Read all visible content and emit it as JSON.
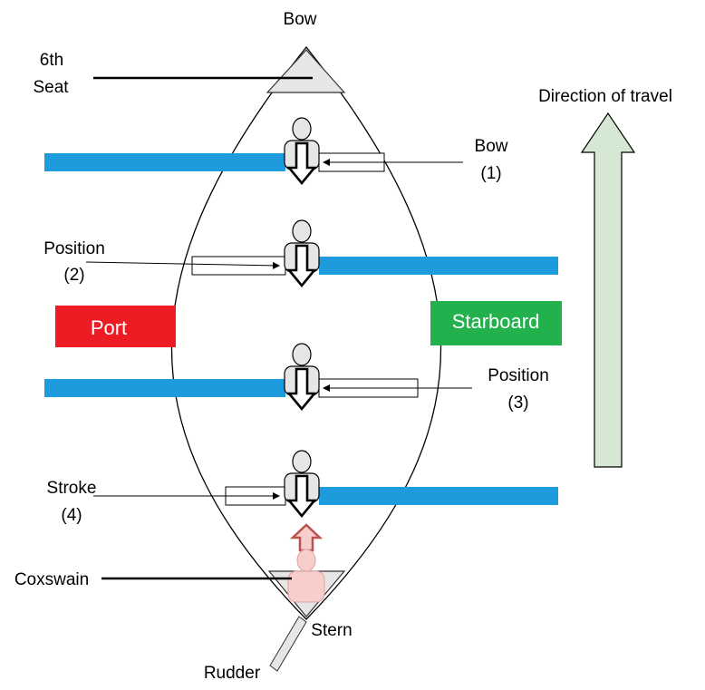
{
  "labels": {
    "bow_top": "Bow",
    "sixth_seat": [
      "6th",
      "Seat"
    ],
    "direction": "Direction of travel",
    "bow_1": [
      "Bow",
      "(1)"
    ],
    "position_2": [
      "Position",
      "(2)"
    ],
    "position_3": [
      "Position",
      "(3)"
    ],
    "stroke_4": [
      "Stroke",
      "(4)"
    ],
    "coxswain": "Coxswain",
    "stern": "Stern",
    "rudder": "Rudder",
    "port": "Port",
    "starboard": "Starboard"
  },
  "colors": {
    "oar": "#1E9BDC",
    "port": "#ED1C24",
    "starboard": "#22B14C",
    "direction_arrow": "#D5E8D4",
    "coxswain": "#F8CECC",
    "coxswain_arrow": "#F8CECC",
    "seat_triangle": "#E6E6E6"
  },
  "icons": {
    "rower": "rower-icon",
    "coxswain": "coxswain-icon",
    "direction": "up-arrow-icon"
  }
}
